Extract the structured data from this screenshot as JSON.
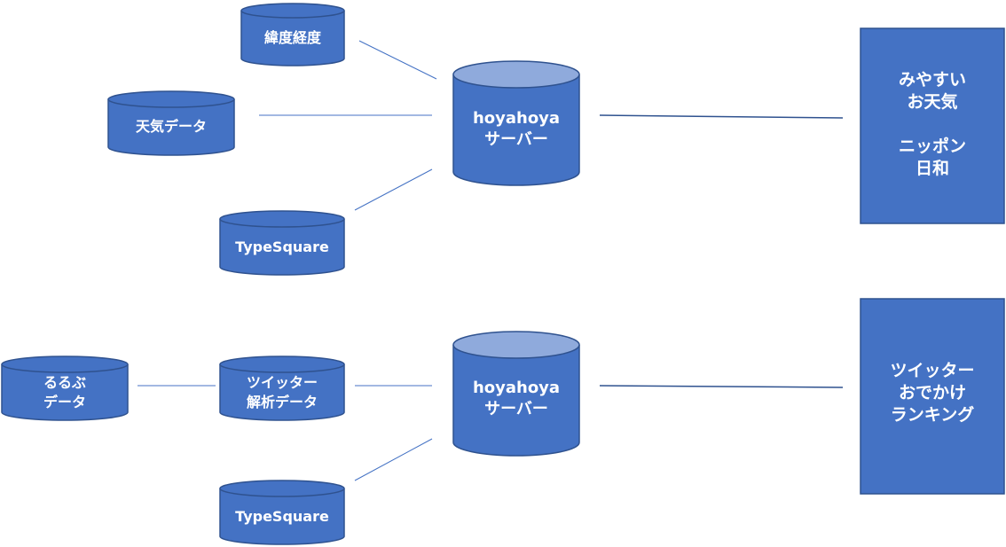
{
  "top": {
    "sources": {
      "latlon": "緯度経度",
      "weather": "天気データ",
      "typesquare": "TypeSquare"
    },
    "server": "hoyahoya\nサーバー",
    "output": "みやすい\nお天気\n\nニッポン\n日和"
  },
  "bottom": {
    "sources": {
      "rurubu": "るるぶ\nデータ",
      "twitter_analysis": "ツイッター\n解析データ",
      "typesquare": "TypeSquare"
    },
    "server": "hoyahoya\nサーバー",
    "output": "ツイッター\nおでかけ\nランキング"
  },
  "colors": {
    "fill": "#4472c4",
    "cap": "#8faadc",
    "stroke": "#2f528f",
    "line": "#4472c4"
  }
}
